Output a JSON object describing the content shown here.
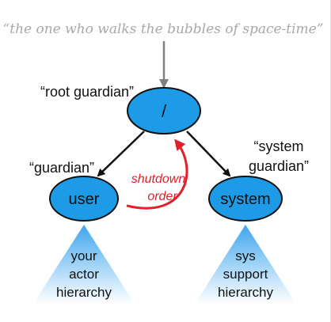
{
  "caption": "“the one who walks the bubbles of space-time”",
  "nodes": {
    "root": {
      "symbol": "/",
      "label": "“root guardian”"
    },
    "user": {
      "symbol": "user",
      "label": "“guardian”"
    },
    "system": {
      "symbol": "system",
      "label_line1": "“system",
      "label_line2": "guardian”"
    }
  },
  "shutdown_order": {
    "line1": "shutdown",
    "line2": "order"
  },
  "hierarchies": {
    "user": [
      "your",
      "actor",
      "hierarchy"
    ],
    "system": [
      "sys",
      "support",
      "hierarchy"
    ]
  },
  "colors": {
    "node_fill": "#1d9be6",
    "node_stroke": "#111111",
    "caption": "#a8a8a8",
    "arrow": "#111111",
    "shutdown": "#e0202a",
    "triangle_top": "#3fa6ee",
    "triangle_bottom": "#ffffff"
  }
}
